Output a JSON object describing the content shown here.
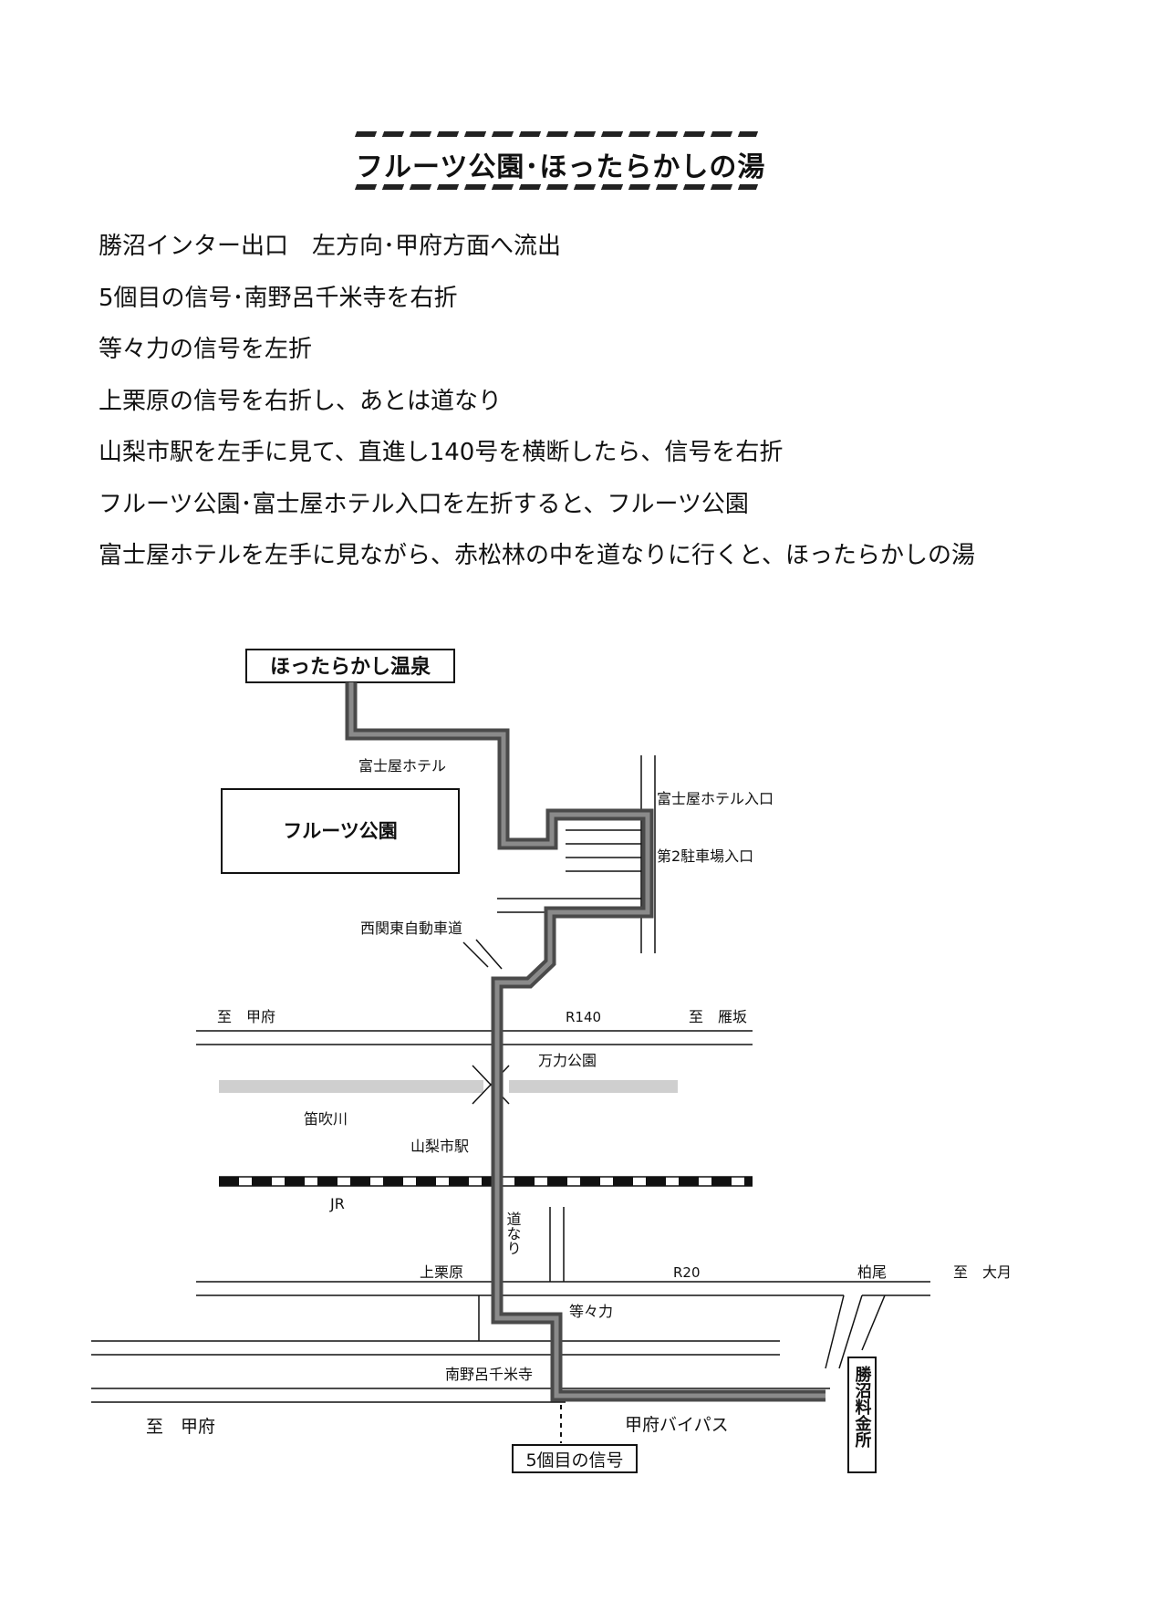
{
  "title": "フルーツ公園･ほったらかしの湯",
  "directions": [
    "勝沼インター出口　左方向･甲府方面へ流出",
    "5個目の信号･南野呂千米寺を右折",
    "等々力の信号を左折",
    "上栗原の信号を右折し、あとは道なり",
    "山梨市駅を左手に見て、直進し140号を横断したら、信号を右折",
    "フルーツ公園･富士屋ホテル入口を左折すると、フルーツ公園",
    "富士屋ホテルを左手に見ながら、赤松林の中を道なりに行くと、ほったらかしの湯"
  ],
  "map": {
    "onsen_label": "ほったらかし温泉",
    "fujiya_hotel": "富士屋ホテル",
    "fruit_park": "フルーツ公園",
    "fujiya_entrance": "富士屋ホテル入口",
    "parking2_entrance": "第2駐車場入口",
    "nishikanto_road": "西関東自動車道",
    "to_kofu_r140": "至　甲府",
    "r140": "R140",
    "to_karisaka": "至　雁坂",
    "manriki_park": "万力公園",
    "fuefuki_river": "笛吹川",
    "yamanashishi_station": "山梨市駅",
    "jr": "JR",
    "michinari": "道なり",
    "kamikurihara": "上栗原",
    "r20": "R20",
    "kashio": "柏尾",
    "to_otsuki": "至　大月",
    "todoroki": "等々力",
    "minaminoro": "南野呂千米寺",
    "to_kofu_bypass": "至　甲府",
    "kofu_bypass": "甲府バイパス",
    "fifth_signal": "5個目の信号",
    "katsunuma_tollgate": "勝沼料金所"
  },
  "colors": {
    "ink": "#111111",
    "route": "#4a4a4a",
    "river": "#c8c8c8"
  }
}
